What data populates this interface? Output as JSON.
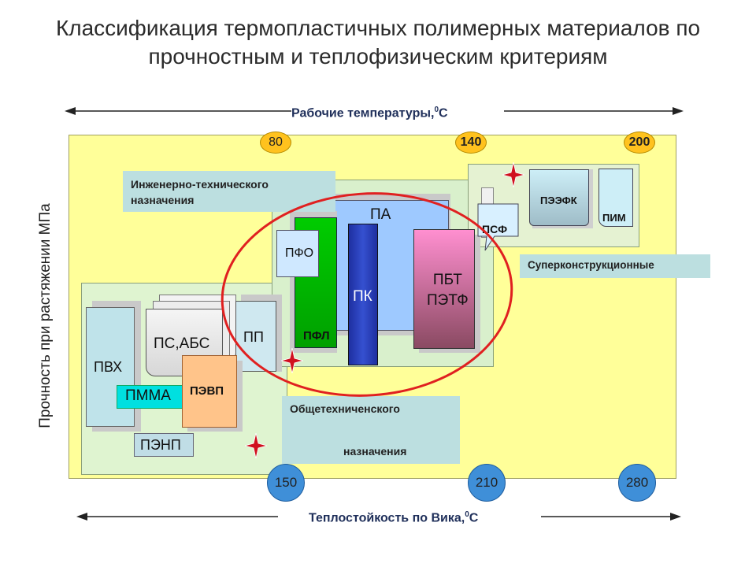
{
  "title": "Классификация термопластичных полимерных материалов по прочностным и теплофизическим критериям",
  "top_axis": {
    "label": "Рабочие температуры,",
    "sup": "0",
    "unit": "С"
  },
  "bottom_axis": {
    "label": "Теплостойкость по Вика,",
    "sup": "0",
    "unit": "С"
  },
  "left_axis": {
    "label": "Прочность при растяжении МПа"
  },
  "working_temps": [
    "80",
    "140",
    "200"
  ],
  "vicat_temps": [
    "150",
    "210",
    "280"
  ],
  "groups": {
    "general": "Общетехниченского",
    "general_line2": "назначения",
    "engineering": "Инженерно-технического назначения",
    "superstructural": "Суперконструкционные"
  },
  "materials": {
    "pvh": "ПВХ",
    "ps_abs": "ПС,АБС",
    "pp": "ПП",
    "pmma": "ПММА",
    "pevp": "ПЭВП",
    "penp": "ПЭНП",
    "pfo": "ПФО",
    "pfl": "ПФЛ",
    "pa": "ПА",
    "pk": "ПК",
    "pbt": "ПБТ",
    "petf": "ПЭТФ",
    "pseek": "ПЭЭФК",
    "pim": "ПИМ",
    "psf": "ПСФ"
  },
  "colors": {
    "background": "#ffff99",
    "ellipse": "#e02020",
    "pfl": "#00cc00",
    "pk": "#2a3bb0",
    "pbt": "#a35c7a",
    "pa": "#9ec9ff",
    "pmma": "#00e0e0",
    "pevp": "#ffc48a",
    "star": "#d0101e"
  }
}
